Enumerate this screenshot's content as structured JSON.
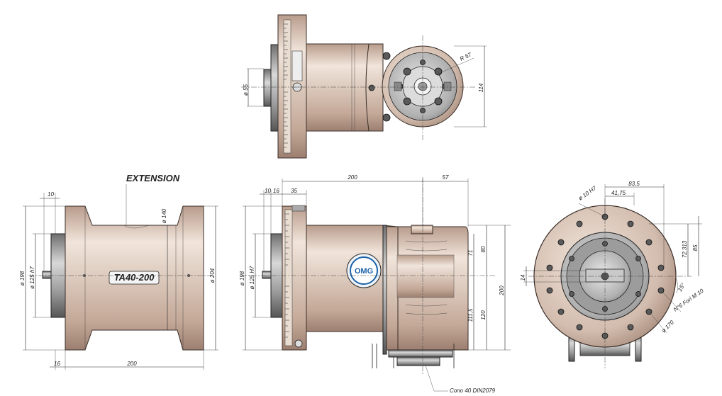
{
  "labels": {
    "extension": "EXTENSION",
    "model": "TA40-200",
    "cone": "Cono 40 DIN2079",
    "logo": "OMG"
  },
  "top_view": {
    "d55": "ø 55",
    "h114": "114",
    "r57": "R 57"
  },
  "left_view": {
    "d10": "10",
    "d198": "ø 198",
    "d125": "ø 125 h7",
    "d140": "ø 140",
    "d204": "ø 204",
    "d16": "16",
    "d200": "200"
  },
  "middle_view": {
    "d10": "10",
    "d16": "16",
    "d35": "35",
    "d200": "200",
    "d57": "57",
    "d198": "ø 198",
    "d125": "ø 125 H7",
    "d71": "71",
    "d80": "80",
    "d200v": "200",
    "d1115": "111,5",
    "d120": "120"
  },
  "right_view": {
    "d835": "83,5",
    "d4175": "41,75",
    "d10h7": "ø 10 H7",
    "d72313": "72,313",
    "d85": "85",
    "d14": "14",
    "d15": "15°",
    "holes": "N°6 Fori M 10",
    "d170": "ø 170"
  },
  "colors": {
    "body": "#d8c3b4",
    "steel": "#a9a9a9"
  }
}
